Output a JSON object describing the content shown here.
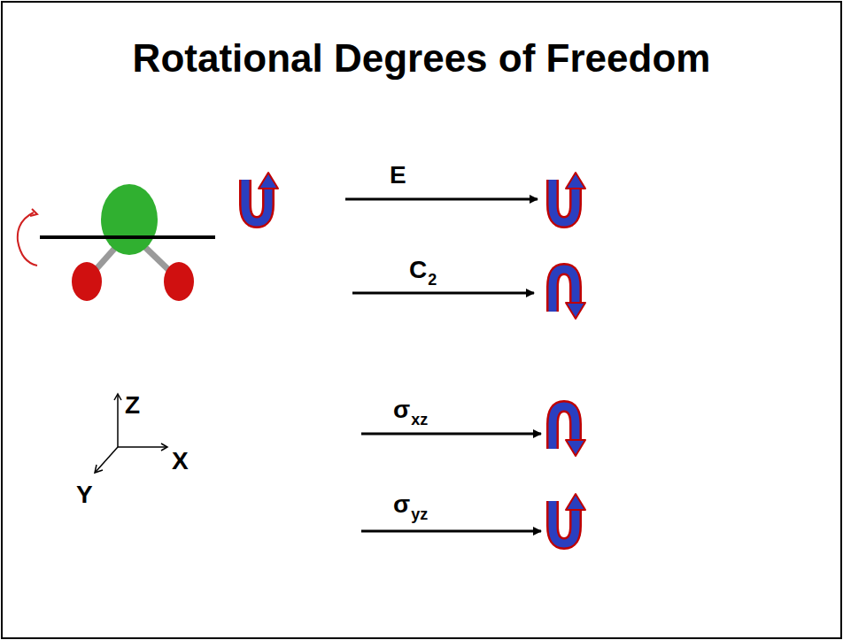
{
  "diagram": {
    "title": "Rotational Degrees of Freedom",
    "labels": [
      "E",
      "C",
      "2",
      "σ",
      "xz",
      "σ",
      "yz",
      "Z",
      "X",
      "Y"
    ]
  }
}
